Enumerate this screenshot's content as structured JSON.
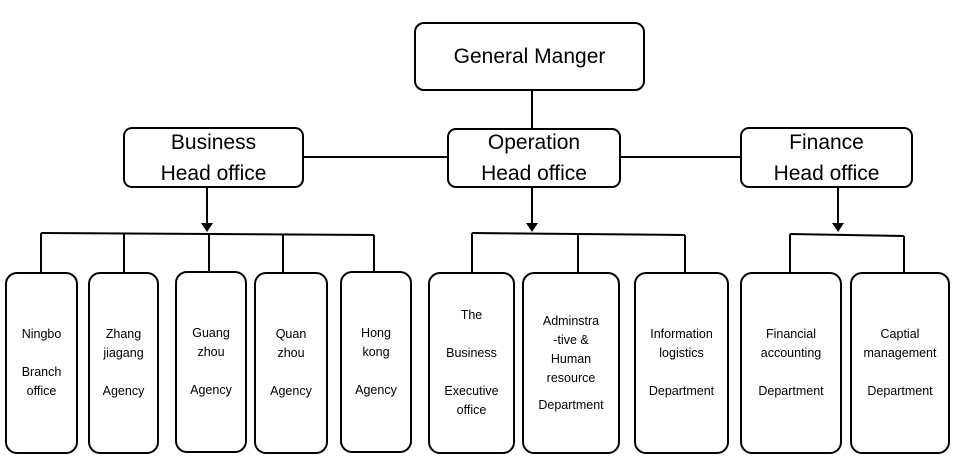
{
  "general_manager": {
    "lines": [
      "General Manger"
    ]
  },
  "heads": [
    {
      "lines": [
        "Business",
        "Head office"
      ]
    },
    {
      "lines": [
        "Operation",
        "Head office"
      ]
    },
    {
      "lines": [
        "Finance",
        "Head office"
      ]
    }
  ],
  "units": [
    {
      "lines": [
        "Ningbo",
        "",
        "Branch",
        "office"
      ]
    },
    {
      "lines": [
        "Zhang",
        "jiagang",
        "",
        "Agency"
      ]
    },
    {
      "lines": [
        "Guang",
        "zhou",
        "",
        "Agency"
      ]
    },
    {
      "lines": [
        "Quan",
        "zhou",
        "",
        "Agency"
      ]
    },
    {
      "lines": [
        "Hong",
        "kong",
        "",
        "Agency"
      ]
    },
    {
      "lines": [
        "The",
        "",
        "Business",
        "",
        "Executive",
        "office"
      ]
    },
    {
      "lines": [
        "Adminstra",
        "-tive &",
        "Human",
        "resource",
        "Department"
      ]
    },
    {
      "lines": [
        "Information",
        "logistics",
        "",
        "Department"
      ]
    },
    {
      "lines": [
        "Financial",
        "accounting",
        "",
        "Department"
      ]
    },
    {
      "lines": [
        "Captial",
        "management",
        "",
        "Department"
      ]
    }
  ]
}
